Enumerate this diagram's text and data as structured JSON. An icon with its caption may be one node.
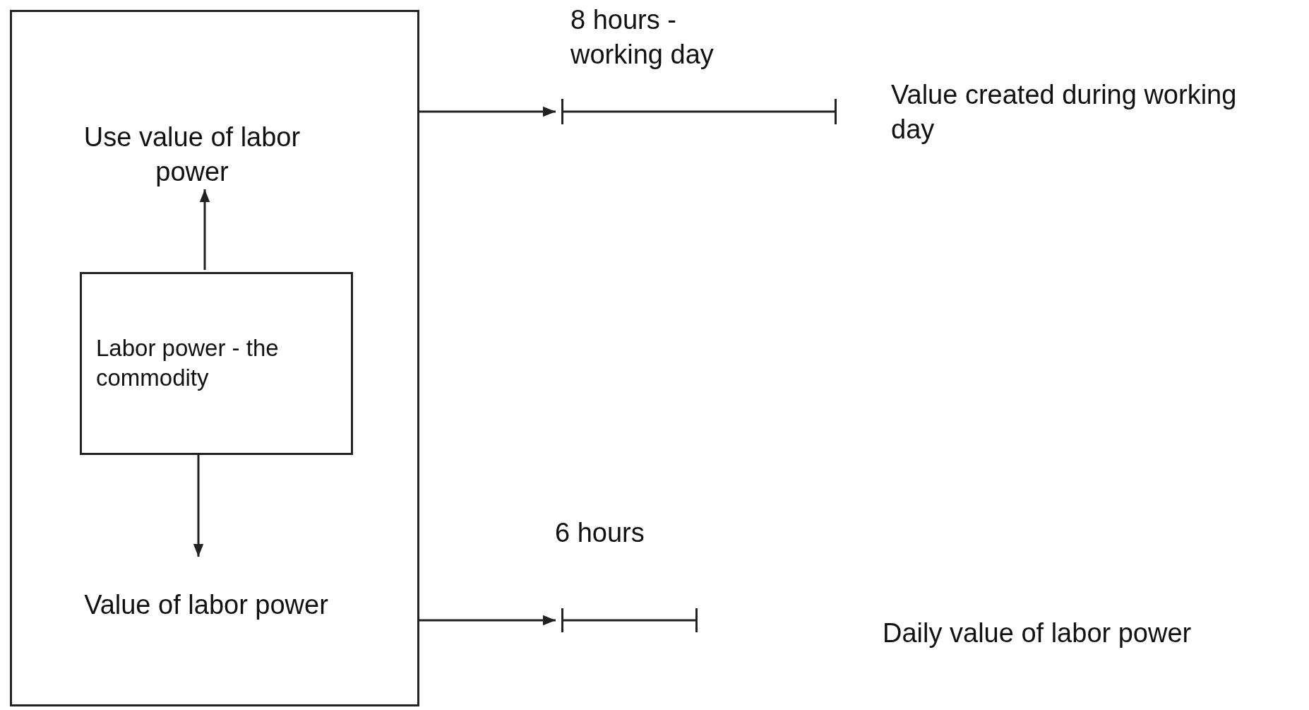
{
  "diagram": {
    "nodes": [
      {
        "text": [],
        "shape": "box"
      },
      {
        "text": [
          "Use value of labor power"
        ],
        "in": 0
      },
      {
        "text": [
          "Labor power - the commodity"
        ],
        "in": 0
      },
      {
        "text": [
          "Value of labor power"
        ],
        "in": 0
      },
      {
        "text": [],
        "shape": "bar"
      },
      {
        "text": [],
        "shape": "bar"
      }
    ],
    "edges": [
      {
        "from": 2,
        "to": 1,
        "arrow": "to"
      },
      {
        "from": 2,
        "to": 3,
        "arrow": "to"
      },
      {
        "from": 0,
        "to": 4,
        "arrow": "to"
      },
      {
        "from": 0,
        "to": 5,
        "arrow": "to"
      }
    ],
    "labels": [
      "8 hours - working day",
      "Value created during working day",
      "6 hours",
      "Daily value of labor power"
    ]
  }
}
